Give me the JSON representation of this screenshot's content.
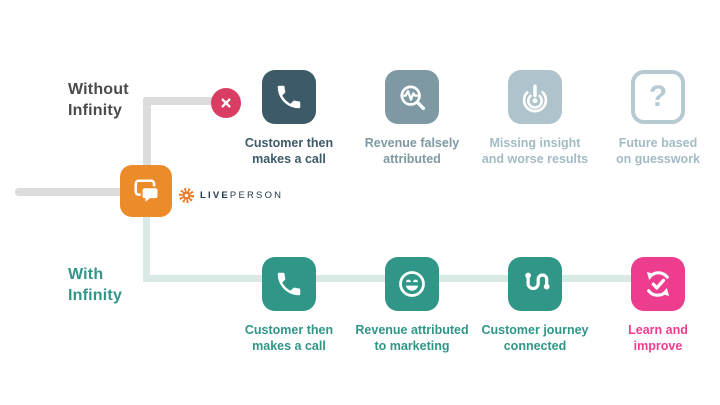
{
  "diagram": {
    "branch_without": {
      "lines": [
        "Without",
        "Infinity"
      ]
    },
    "branch_with": {
      "lines": [
        "With",
        "Infinity"
      ]
    },
    "logo": {
      "bold": "LIVE",
      "light": "PERSON"
    },
    "top_row": {
      "items": [
        {
          "icon": "phone-icon",
          "label_lines": [
            "Customer then",
            "makes a call"
          ]
        },
        {
          "icon": "magnifier-pulse-icon",
          "label_lines": [
            "Revenue falsely",
            "attributed"
          ]
        },
        {
          "icon": "alert-signal-icon",
          "label_lines": [
            "Missing insight",
            "and worse results"
          ]
        },
        {
          "icon": "question-mark-icon",
          "glyph": "?",
          "label_lines": [
            "Future based",
            "on guesswork"
          ]
        }
      ]
    },
    "bottom_row": {
      "items": [
        {
          "icon": "phone-icon",
          "label_lines": [
            "Customer then",
            "makes a call"
          ]
        },
        {
          "icon": "smiley-icon",
          "label_lines": [
            "Revenue attributed",
            "to marketing"
          ]
        },
        {
          "icon": "journey-path-icon",
          "label_lines": [
            "Customer journey",
            "connected"
          ]
        },
        {
          "icon": "refresh-check-icon",
          "label_lines": [
            "Learn and",
            "improve"
          ]
        }
      ]
    },
    "colors": {
      "dark_slate": "#3d5a68",
      "medium_slate": "#7e99a4",
      "light_slate": "#aec3cb",
      "outline_slate": "#b7c9d1",
      "teal": "#2f9688",
      "light_teal_line": "#d9e9e6",
      "pink": "#ee3d8f",
      "red": "#da3d63",
      "orange": "#ec8b29",
      "gray_line": "#dcdcdc",
      "without_text": "#4b4b4b",
      "logo_navy": "#233a4c"
    }
  }
}
